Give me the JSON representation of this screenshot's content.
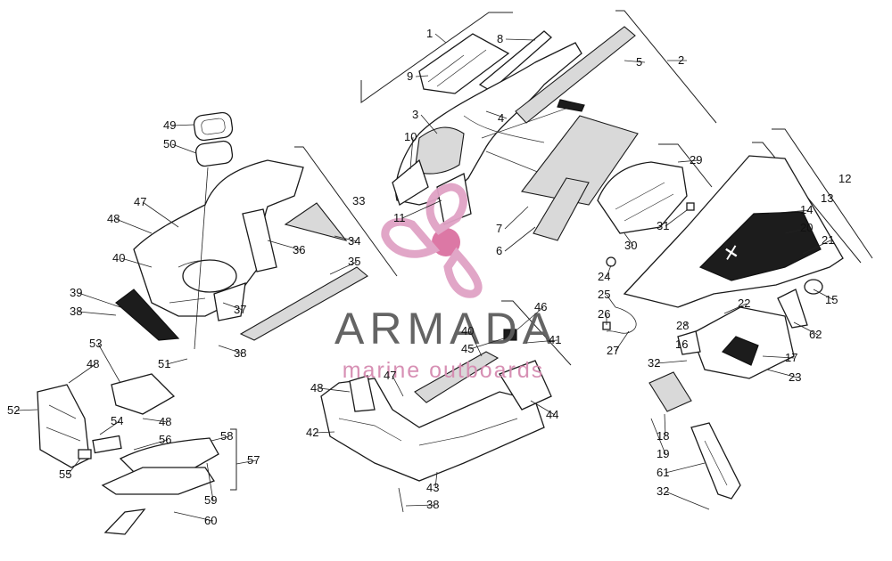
{
  "diagram": {
    "watermark": {
      "brand": "ARMADA",
      "tagline": "marine outboards",
      "colors": {
        "logo_pink": "#e0a2c5",
        "logo_dark": "#d4578f",
        "text_grey": "#5c5c5c"
      }
    },
    "callouts": [
      {
        "id": "c1",
        "label": "1"
      },
      {
        "id": "c2",
        "label": "2"
      },
      {
        "id": "c3",
        "label": "3"
      },
      {
        "id": "c4",
        "label": "4"
      },
      {
        "id": "c5",
        "label": "5"
      },
      {
        "id": "c6",
        "label": "6"
      },
      {
        "id": "c7",
        "label": "7"
      },
      {
        "id": "c8",
        "label": "8"
      },
      {
        "id": "c9",
        "label": "9"
      },
      {
        "id": "c10",
        "label": "10"
      },
      {
        "id": "c11",
        "label": "11"
      },
      {
        "id": "c12",
        "label": "12"
      },
      {
        "id": "c13",
        "label": "13"
      },
      {
        "id": "c14",
        "label": "14"
      },
      {
        "id": "c15",
        "label": "15"
      },
      {
        "id": "c16",
        "label": "16"
      },
      {
        "id": "c17",
        "label": "17"
      },
      {
        "id": "c18",
        "label": "18"
      },
      {
        "id": "c19",
        "label": "19"
      },
      {
        "id": "c20",
        "label": "20"
      },
      {
        "id": "c21",
        "label": "21"
      },
      {
        "id": "c22",
        "label": "22"
      },
      {
        "id": "c23",
        "label": "23"
      },
      {
        "id": "c24",
        "label": "24"
      },
      {
        "id": "c25",
        "label": "25"
      },
      {
        "id": "c26",
        "label": "26"
      },
      {
        "id": "c27",
        "label": "27"
      },
      {
        "id": "c28",
        "label": "28"
      },
      {
        "id": "c29",
        "label": "29"
      },
      {
        "id": "c30",
        "label": "30"
      },
      {
        "id": "c31",
        "label": "31"
      },
      {
        "id": "c32a",
        "label": "32"
      },
      {
        "id": "c32b",
        "label": "32"
      },
      {
        "id": "c33",
        "label": "33"
      },
      {
        "id": "c34",
        "label": "34"
      },
      {
        "id": "c35",
        "label": "35"
      },
      {
        "id": "c36",
        "label": "36"
      },
      {
        "id": "c37",
        "label": "37"
      },
      {
        "id": "c38a",
        "label": "38"
      },
      {
        "id": "c38b",
        "label": "38"
      },
      {
        "id": "c38c",
        "label": "38"
      },
      {
        "id": "c39",
        "label": "39"
      },
      {
        "id": "c40a",
        "label": "40"
      },
      {
        "id": "c40b",
        "label": "40"
      },
      {
        "id": "c41",
        "label": "41"
      },
      {
        "id": "c42",
        "label": "42"
      },
      {
        "id": "c43",
        "label": "43"
      },
      {
        "id": "c44",
        "label": "44"
      },
      {
        "id": "c45",
        "label": "45"
      },
      {
        "id": "c46",
        "label": "46"
      },
      {
        "id": "c47a",
        "label": "47"
      },
      {
        "id": "c47b",
        "label": "47"
      },
      {
        "id": "c48a",
        "label": "48"
      },
      {
        "id": "c48b",
        "label": "48"
      },
      {
        "id": "c48c",
        "label": "48"
      },
      {
        "id": "c48d",
        "label": "48"
      },
      {
        "id": "c49",
        "label": "49"
      },
      {
        "id": "c50",
        "label": "50"
      },
      {
        "id": "c51",
        "label": "51"
      },
      {
        "id": "c52",
        "label": "52"
      },
      {
        "id": "c53",
        "label": "53"
      },
      {
        "id": "c54",
        "label": "54"
      },
      {
        "id": "c55",
        "label": "55"
      },
      {
        "id": "c56",
        "label": "56"
      },
      {
        "id": "c57",
        "label": "57"
      },
      {
        "id": "c58",
        "label": "58"
      },
      {
        "id": "c59",
        "label": "59"
      },
      {
        "id": "c60",
        "label": "60"
      },
      {
        "id": "c61",
        "label": "61"
      },
      {
        "id": "c62",
        "label": "62"
      }
    ]
  }
}
